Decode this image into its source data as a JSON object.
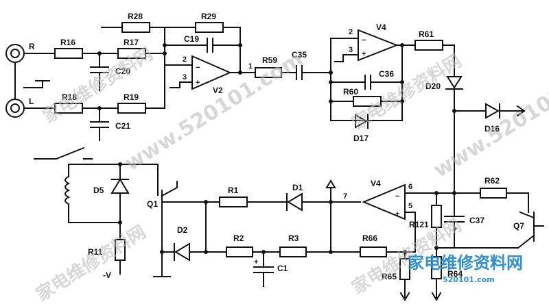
{
  "labels": {
    "R": "R",
    "L": "L",
    "R16": "R16",
    "R17": "R17",
    "R18": "R18",
    "R19": "R19",
    "R28": "R28",
    "R29": "R29",
    "C19": "C19",
    "C20": "C20",
    "C21": "C21",
    "V2": "V2",
    "V2_pin2": "2",
    "V2_pin3": "3",
    "V2_pin1": "1",
    "R59": "R59",
    "C35": "C35",
    "V4_top": "V4",
    "V4_top_pin2": "2",
    "V4_top_pin3": "3",
    "R61": "R61",
    "C36": "C36",
    "R60": "R60",
    "D17": "D17",
    "D20": "D20",
    "D16": "D16",
    "D5": "D5",
    "Q1": "Q1",
    "D2": "D2",
    "R11": "R11",
    "minus_v": "-V",
    "R1": "R1",
    "D1": "D1",
    "R2": "R2",
    "C1": "C1",
    "R3": "R3",
    "V4_bot": "V4",
    "V4_bot_pin6": "6",
    "V4_bot_pin7": "7",
    "V4_bot_pin5": "5",
    "R66": "R66",
    "R65": "R65",
    "R62": "R62",
    "R121": "R121",
    "C37": "C37",
    "R64": "R64",
    "Q7": "Q7"
  },
  "watermarks": {
    "site": "www.520101.com",
    "cn": "家电维修资料网",
    "cn_small": "520101.com"
  }
}
